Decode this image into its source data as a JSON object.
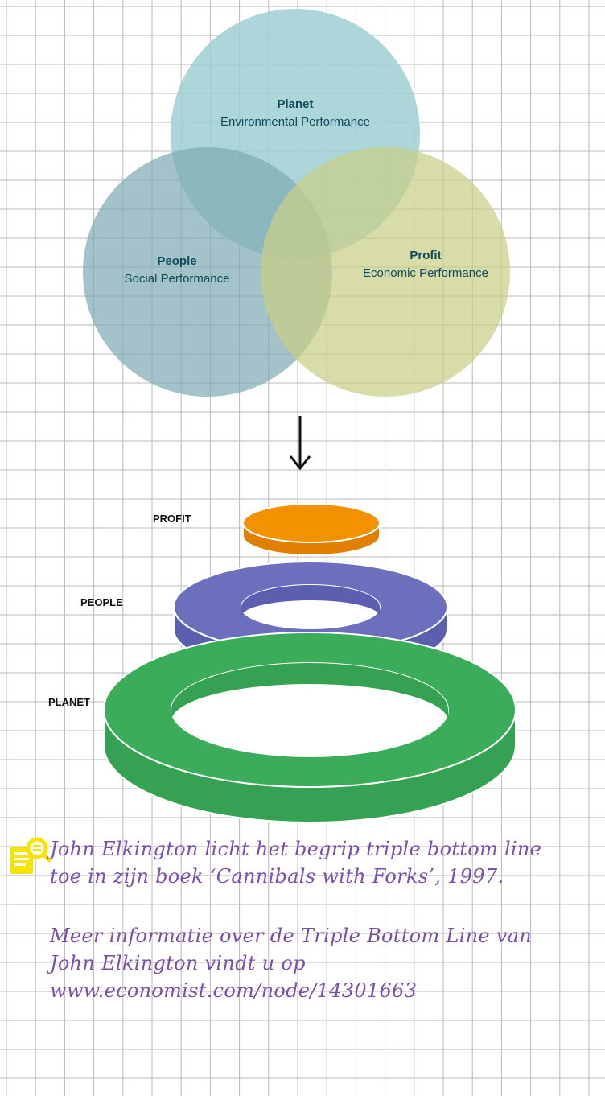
{
  "venn": {
    "planet": {
      "title": "Planet",
      "subtitle": "Environmental Performance"
    },
    "people": {
      "title": "People",
      "subtitle": "Social Performance"
    },
    "profit": {
      "title": "Profit",
      "subtitle": "Economic Performance"
    }
  },
  "arrow_glyph": "↓",
  "stack": {
    "profit_label": "PROFIT",
    "people_label": "PEOPLE",
    "planet_label": "PLANET"
  },
  "note": {
    "paragraph1": "John Elkington licht het begrip triple bottom line toe in zijn boek ‘Cannibals with Forks’, 1997.",
    "paragraph2": "Meer informatie over de Triple Bottom Line van John Elkington vindt u op www.economist.com/node/14301663"
  },
  "colors": {
    "planet_circle": "#9fcfd3",
    "people_circle": "#7faab4",
    "profit_circle": "#c9cf86",
    "venn_text": "#0e4a5c",
    "profit_disc": "#f39200",
    "people_ring": "#6c6fbc",
    "planet_ring": "#3aac5a",
    "note_text": "#7a4fa8",
    "note_icon": "#f6e300",
    "grid_line": "#b9b9b9"
  },
  "icons": {
    "note": "magnifier-document-icon",
    "arrow": "down-arrow-icon"
  }
}
